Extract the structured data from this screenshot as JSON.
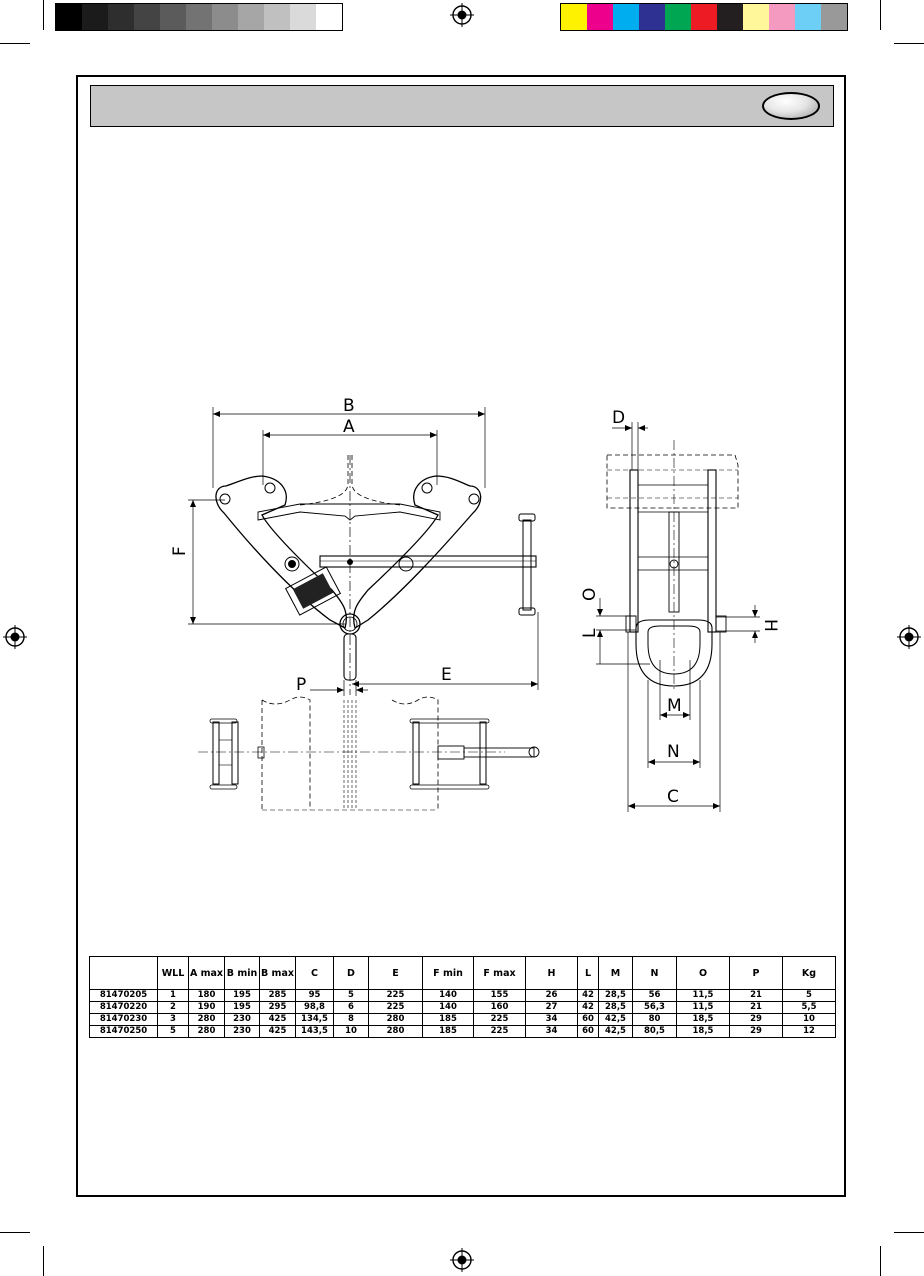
{
  "colors": {
    "grayscale": [
      "#000000",
      "#1b1b1b",
      "#2e2e2e",
      "#444444",
      "#5b5b5b",
      "#737373",
      "#8c8c8c",
      "#a6a6a6",
      "#c0c0c0",
      "#dadada",
      "#ffffff"
    ],
    "process": [
      "#fff200",
      "#ec008c",
      "#00aeef",
      "#2e3192",
      "#00a651",
      "#ed1c24",
      "#231f20",
      "#fff799",
      "#f49ac1",
      "#6dcff6",
      "#999999"
    ],
    "header_bar": "#c6c6c6"
  },
  "drawing": {
    "labels": {
      "b": "B",
      "a": "A",
      "f": "F",
      "e": "E",
      "p": "P",
      "d": "D",
      "o": "O",
      "l": "L",
      "h": "H",
      "m": "M",
      "n": "N",
      "c": "C"
    }
  },
  "table": {
    "headers": [
      "",
      "WLL",
      "A max",
      "B min",
      "B max",
      "C",
      "D",
      "E",
      "F min",
      "F max",
      "H",
      "L",
      "M",
      "N",
      "O",
      "P",
      "Kg"
    ],
    "rows": [
      [
        "81470205",
        "1",
        "180",
        "195",
        "285",
        "95",
        "5",
        "225",
        "140",
        "155",
        "26",
        "42",
        "28,5",
        "56",
        "11,5",
        "21",
        "5"
      ],
      [
        "81470220",
        "2",
        "190",
        "195",
        "295",
        "98,8",
        "6",
        "225",
        "140",
        "160",
        "27",
        "42",
        "28,5",
        "56,3",
        "11,5",
        "21",
        "5,5"
      ],
      [
        "81470230",
        "3",
        "280",
        "230",
        "425",
        "134,5",
        "8",
        "280",
        "185",
        "225",
        "34",
        "60",
        "42,5",
        "80",
        "18,5",
        "29",
        "10"
      ],
      [
        "81470250",
        "5",
        "280",
        "230",
        "425",
        "143,5",
        "10",
        "280",
        "185",
        "225",
        "34",
        "60",
        "42,5",
        "80,5",
        "18,5",
        "29",
        "12"
      ]
    ]
  }
}
